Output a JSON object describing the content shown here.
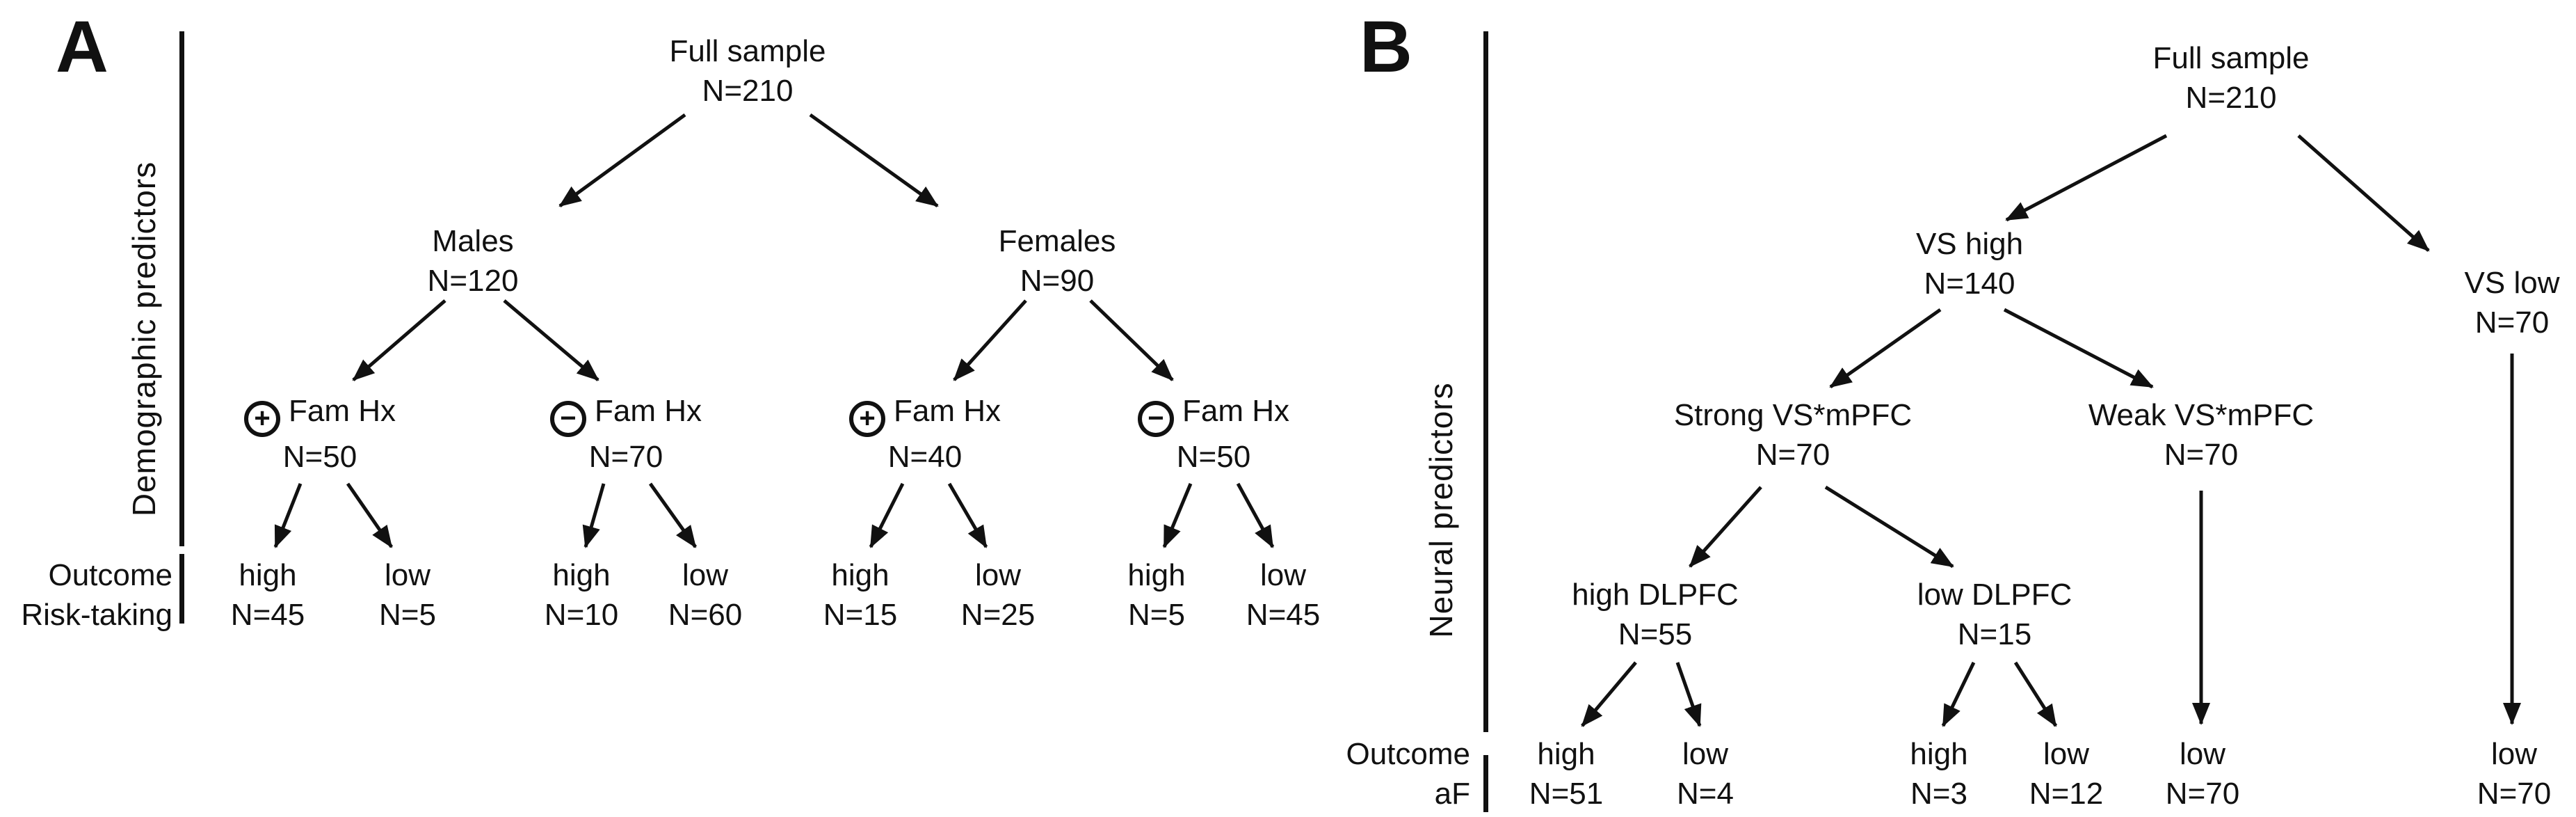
{
  "panelA": {
    "label": "A",
    "axis_label": "Demographic predictors",
    "outcome_header": {
      "line1": "Outcome",
      "line2": "Risk-taking"
    },
    "nodes": {
      "full": {
        "label": "Full sample",
        "n": "N=210"
      },
      "males": {
        "label": "Males",
        "n": "N=120"
      },
      "females": {
        "label": "Females",
        "n": "N=90"
      },
      "famhx_pos_m": {
        "sign": "+",
        "label": "Fam Hx",
        "n": "N=50"
      },
      "famhx_neg_m": {
        "sign": "−",
        "label": "Fam Hx",
        "n": "N=70"
      },
      "famhx_pos_f": {
        "sign": "+",
        "label": "Fam Hx",
        "n": "N=40"
      },
      "famhx_neg_f": {
        "sign": "−",
        "label": "Fam Hx",
        "n": "N=50"
      }
    },
    "outcomes": [
      {
        "label": "high",
        "n": "N=45"
      },
      {
        "label": "low",
        "n": "N=5"
      },
      {
        "label": "high",
        "n": "N=10"
      },
      {
        "label": "low",
        "n": "N=60"
      },
      {
        "label": "high",
        "n": "N=15"
      },
      {
        "label": "low",
        "n": "N=25"
      },
      {
        "label": "high",
        "n": "N=5"
      },
      {
        "label": "low",
        "n": "N=45"
      }
    ]
  },
  "panelB": {
    "label": "B",
    "axis_label": "Neural predictors",
    "outcome_header": {
      "line1": "Outcome",
      "line2": "aF"
    },
    "nodes": {
      "full": {
        "label": "Full sample",
        "n": "N=210"
      },
      "vs_high": {
        "label": "VS high",
        "n": "N=140"
      },
      "vs_low": {
        "label": "VS low",
        "n": "N=70"
      },
      "strong": {
        "label": "Strong VS*mPFC",
        "n": "N=70"
      },
      "weak": {
        "label": "Weak VS*mPFC",
        "n": "N=70"
      },
      "high_dlpfc": {
        "label": "high DLPFC",
        "n": "N=55"
      },
      "low_dlpfc": {
        "label": "low DLPFC",
        "n": "N=15"
      }
    },
    "outcomes": [
      {
        "label": "high",
        "n": "N=51"
      },
      {
        "label": "low",
        "n": "N=4"
      },
      {
        "label": "high",
        "n": "N=3"
      },
      {
        "label": "low",
        "n": "N=12"
      },
      {
        "label": "low",
        "n": "N=70"
      },
      {
        "label": "low",
        "n": "N=70"
      }
    ]
  },
  "colors": {
    "ink": "#111111",
    "background": "#ffffff"
  }
}
